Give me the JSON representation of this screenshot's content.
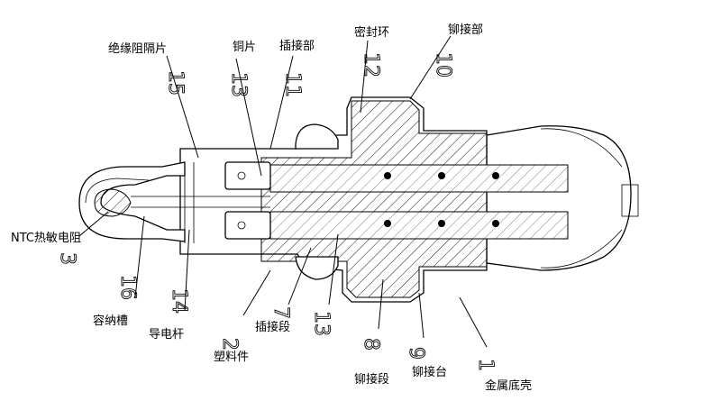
{
  "labels": {
    "insulating_sheet": "绝缘阻隔片",
    "copper_sheet": "铜片",
    "plug_part": "插接部",
    "seal_ring": "密封环",
    "rivet_part": "铆接部",
    "ntc": "NTC热敏电阻",
    "housing_groove": "容纳槽",
    "conductive_rod": "导电杆",
    "plastic_part": "塑料件",
    "plug_section": "插接段",
    "rivet_section": "铆接段",
    "rivet_platform": "铆接台",
    "metal_base": "金属底壳"
  },
  "numbers": {
    "n15": "15",
    "n13_top": "13",
    "n11": "11",
    "n12": "12",
    "n10": "10",
    "n3": "3",
    "n16": "16",
    "n14": "14",
    "n2": "2",
    "n7": "7",
    "n13_bottom": "13",
    "n8": "8",
    "n9": "9",
    "n1": "1"
  }
}
